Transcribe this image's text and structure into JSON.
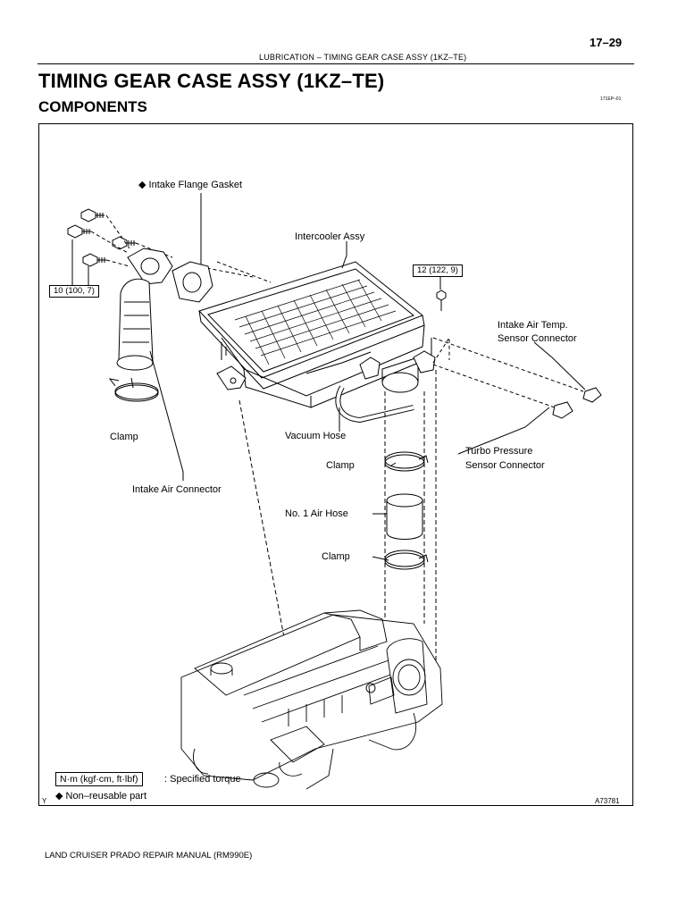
{
  "header": {
    "page_number": "17–29",
    "running_header": "LUBRICATION    –    TIMING GEAR CASE ASSY (1KZ–TE)"
  },
  "title": "TIMING GEAR CASE ASSY (1KZ–TE)",
  "section": "COMPONENTS",
  "doc_code": "171EP–01",
  "figure": {
    "labels": {
      "intake_flange_gasket": "◆ Intake Flange Gasket",
      "intercooler_assy": "Intercooler Assy",
      "torque_12": "12 (122, 9)",
      "torque_10": "10 (100, 7)",
      "intake_air_temp_line1": "Intake Air Temp.",
      "intake_air_temp_line2": "Sensor Connector",
      "clamp_left": "Clamp",
      "vacuum_hose": "Vacuum Hose",
      "clamp_upper": "Clamp",
      "turbo_line1": "Turbo Pressure",
      "turbo_line2": "Sensor Connector",
      "intake_air_connector": "Intake Air Connector",
      "no1_air_hose": "No. 1 Air Hose",
      "clamp_lower": "Clamp"
    },
    "legend": {
      "torque_unit": "N·m (kgf·cm, ft·lbf)",
      "torque_desc": ": Specified torque",
      "nonreusable": "◆ Non–reusable part"
    },
    "corner_mark": "Y",
    "figure_id": "A73781"
  },
  "footer": "LAND CRUISER PRADO REPAIR MANUAL   (RM990E)"
}
